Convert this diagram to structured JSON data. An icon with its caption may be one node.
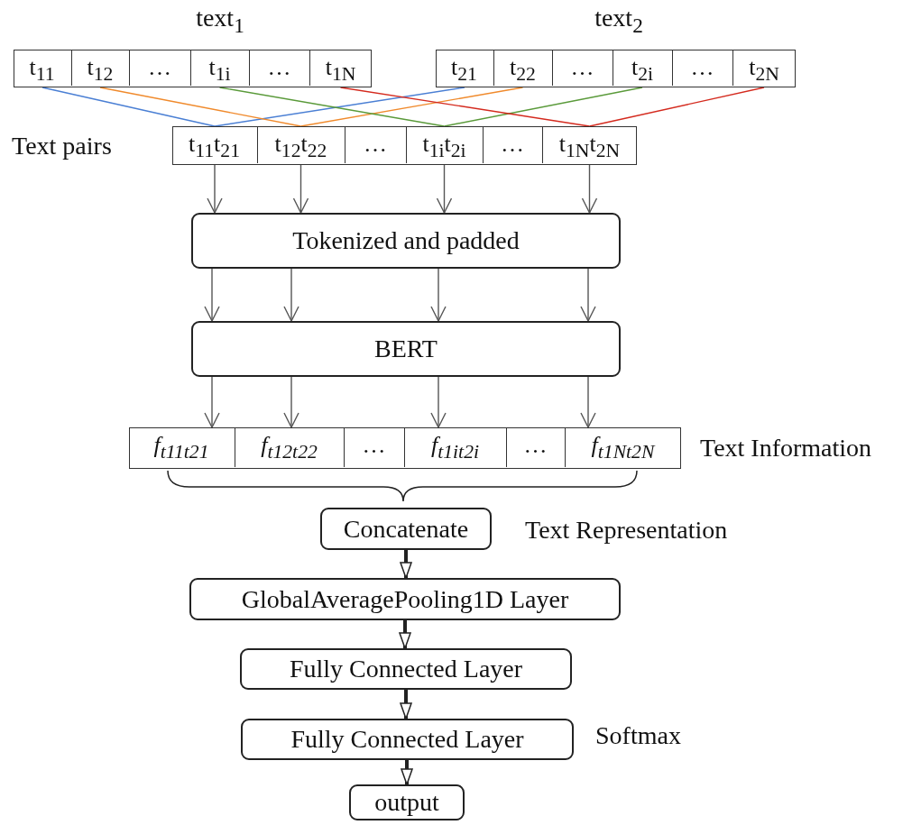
{
  "diagram": {
    "nodes": [
      {
        "text": [
          "text$_{1}$"
        ]
      },
      {
        "text": [
          "t$_{11}$"
        ],
        "in": 0
      },
      {
        "text": [
          "t$_{12}$"
        ],
        "in": 0
      },
      {
        "text": [
          "…"
        ],
        "in": 0
      },
      {
        "text": [
          "t$_{1i}$"
        ],
        "in": 0
      },
      {
        "text": [
          "…"
        ],
        "in": 0
      },
      {
        "text": [
          "t$_{1N}$"
        ],
        "in": 0
      },
      {
        "text": [
          "text$_{2}$"
        ]
      },
      {
        "text": [
          "t$_{21}$"
        ],
        "in": 7
      },
      {
        "text": [
          "t$_{22}$"
        ],
        "in": 7
      },
      {
        "text": [
          "…"
        ],
        "in": 7
      },
      {
        "text": [
          "t$_{2i}$"
        ],
        "in": 7
      },
      {
        "text": [
          "…"
        ],
        "in": 7
      },
      {
        "text": [
          "t$_{2N}$"
        ],
        "in": 7
      },
      {
        "text": [
          "Text pairs"
        ]
      },
      {
        "text": [
          "t$_{11}$t$_{21}$"
        ],
        "in": 14
      },
      {
        "text": [
          "t$_{12}$t$_{22}$"
        ],
        "in": 14
      },
      {
        "text": [
          "…"
        ],
        "in": 14
      },
      {
        "text": [
          "t$_{1i}$t$_{2i}$"
        ],
        "in": 14
      },
      {
        "text": [
          "…"
        ],
        "in": 14
      },
      {
        "text": [
          "t$_{1N}$t$_{2N}$"
        ],
        "in": 14
      },
      {
        "text": [
          "Tokenized and padded"
        ]
      },
      {
        "text": [
          "BERT"
        ]
      },
      {
        "text": [
          "Text Information"
        ]
      },
      {
        "text": [
          "f$_{t11t21}$"
        ],
        "in": 23
      },
      {
        "text": [
          "f$_{t12t22}$"
        ],
        "in": 23
      },
      {
        "text": [
          "…"
        ],
        "in": 23
      },
      {
        "text": [
          "f$_{t1it2i}$"
        ],
        "in": 23
      },
      {
        "text": [
          "…"
        ],
        "in": 23
      },
      {
        "text": [
          "f$_{t1Nt2N}$"
        ],
        "in": 23
      },
      {
        "text": [
          "Concatenate"
        ],
        "beside": [
          "Text Representation"
        ]
      },
      {
        "text": [
          "GlobalAveragePooling1D Layer"
        ]
      },
      {
        "text": [
          "Fully Connected Layer"
        ]
      },
      {
        "text": [
          "Fully Connected Layer"
        ],
        "beside": [
          "Softmax"
        ]
      },
      {
        "text": [
          "output"
        ]
      }
    ],
    "edges": [
      {
        "from": 1,
        "to": 15,
        "arrow": "none",
        "color": "#4a7fd4"
      },
      {
        "from": 8,
        "to": 15,
        "arrow": "none",
        "color": "#4a7fd4"
      },
      {
        "from": 2,
        "to": 16,
        "arrow": "none",
        "color": "#f08a2c"
      },
      {
        "from": 9,
        "to": 16,
        "arrow": "none",
        "color": "#f08a2c"
      },
      {
        "from": 4,
        "to": 18,
        "arrow": "none",
        "color": "#5a9a3a"
      },
      {
        "from": 11,
        "to": 18,
        "arrow": "none",
        "color": "#5a9a3a"
      },
      {
        "from": 6,
        "to": 20,
        "arrow": "none",
        "color": "#d42a1e"
      },
      {
        "from": 13,
        "to": 20,
        "arrow": "none",
        "color": "#d42a1e"
      },
      {
        "from": 15,
        "to": 21,
        "arrow": "to"
      },
      {
        "from": 16,
        "to": 21,
        "arrow": "to"
      },
      {
        "from": 18,
        "to": 21,
        "arrow": "to"
      },
      {
        "from": 20,
        "to": 21,
        "arrow": "to"
      },
      {
        "from": 21,
        "to": 22,
        "arrow": "to"
      },
      {
        "from": 21,
        "to": 22,
        "arrow": "to"
      },
      {
        "from": 21,
        "to": 22,
        "arrow": "to"
      },
      {
        "from": 21,
        "to": 22,
        "arrow": "to"
      },
      {
        "from": 22,
        "to": 24,
        "arrow": "to"
      },
      {
        "from": 22,
        "to": 25,
        "arrow": "to"
      },
      {
        "from": 22,
        "to": 27,
        "arrow": "to"
      },
      {
        "from": 22,
        "to": 29,
        "arrow": "to"
      },
      {
        "from": 30,
        "to": 31,
        "arrow": "to",
        "style": "thick"
      },
      {
        "from": 31,
        "to": 32,
        "arrow": "to",
        "style": "thick"
      },
      {
        "from": 32,
        "to": 33,
        "arrow": "to",
        "style": "thick"
      },
      {
        "from": 33,
        "to": 34,
        "arrow": "to",
        "style": "thick"
      }
    ]
  }
}
